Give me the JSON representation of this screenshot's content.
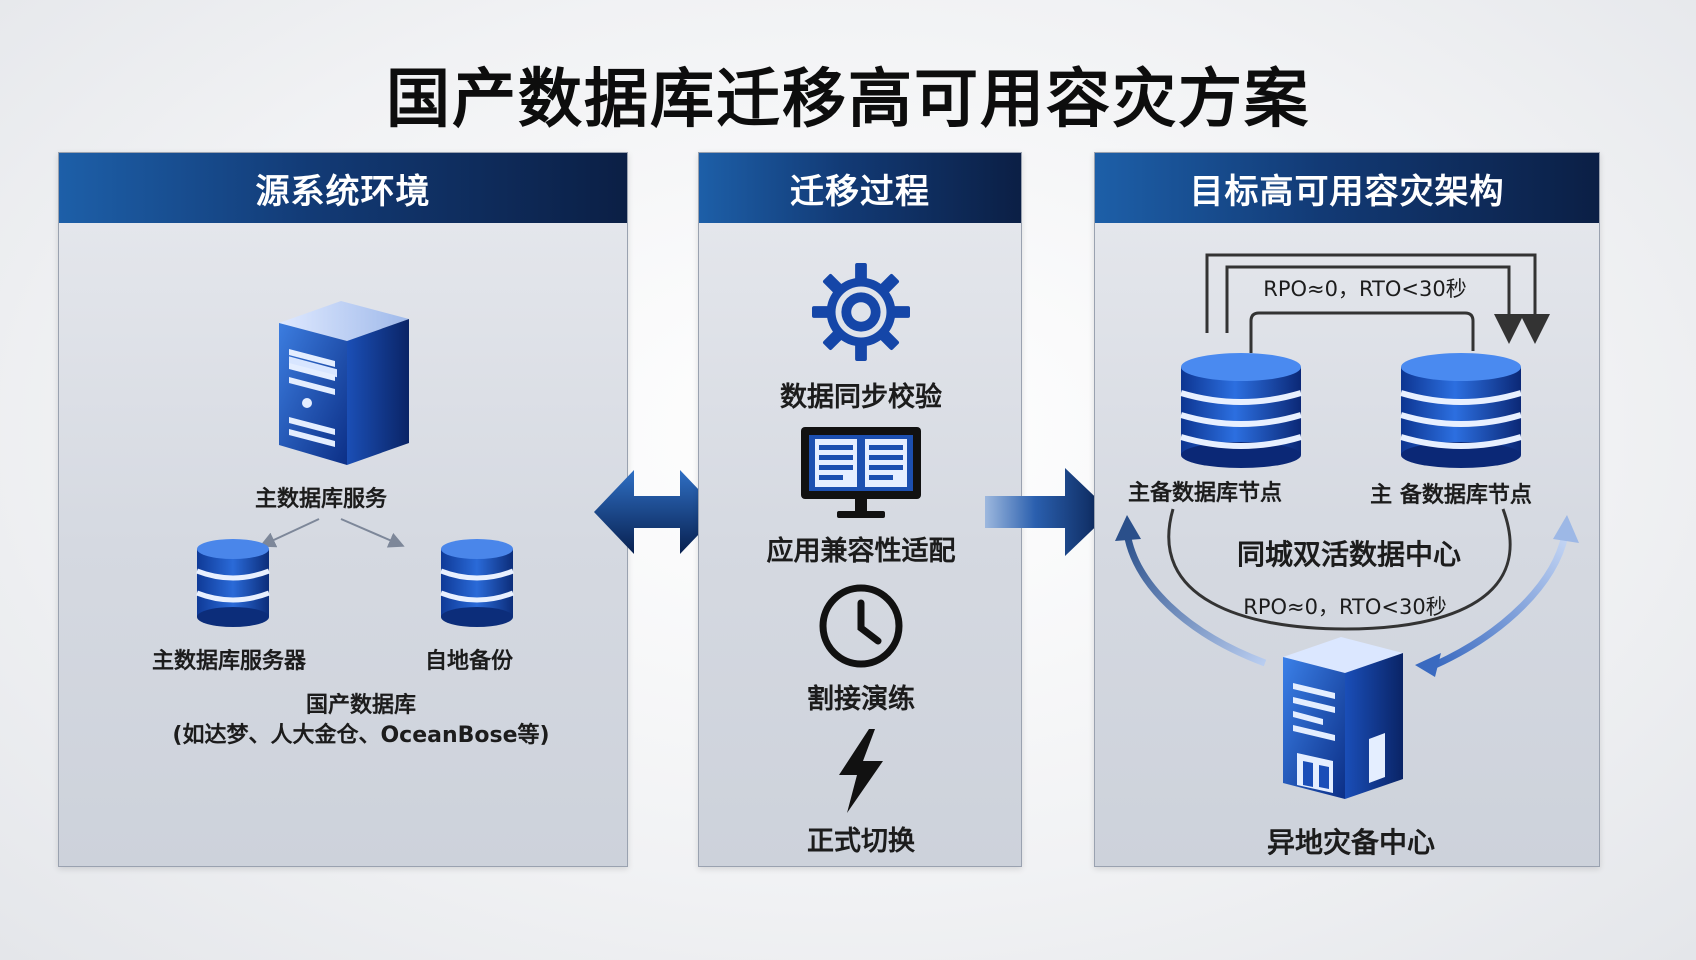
{
  "title": "国产数据库迁移高可用容灾方案",
  "panels": {
    "source": {
      "header": "源系统环境",
      "server_label": "主数据库服务",
      "db1_label": "主数据库服务器",
      "db2_label": "自地备份",
      "caption_line1": "国产数据库",
      "caption_line2": "(如达梦、人大金仓、OceanBose等)"
    },
    "migration": {
      "header": "迁移过程",
      "steps": [
        {
          "label": "数据同步校验",
          "icon": "gear-icon"
        },
        {
          "label": "应用兼容性适配",
          "icon": "monitor-icon"
        },
        {
          "label": "割接演练",
          "icon": "clock-icon"
        },
        {
          "label": "正式切换",
          "icon": "lightning-icon"
        }
      ]
    },
    "target": {
      "header": "目标高可用容灾架构",
      "rpo_top": "RPO≈0，RTO<30秒",
      "db_left_label": "主备数据库节点",
      "db_right_label": "主 备数据库节点",
      "center_label": "同城双活数据中心",
      "rpo_bottom": "RPO≈0，RTO<30秒",
      "remote_label": "异地灾备中心"
    }
  },
  "colors": {
    "header_start": "#1d5fa8",
    "header_end": "#0b1f45",
    "icon_blue": "#1546a8",
    "arrow_dark": "#0b2a5c"
  }
}
